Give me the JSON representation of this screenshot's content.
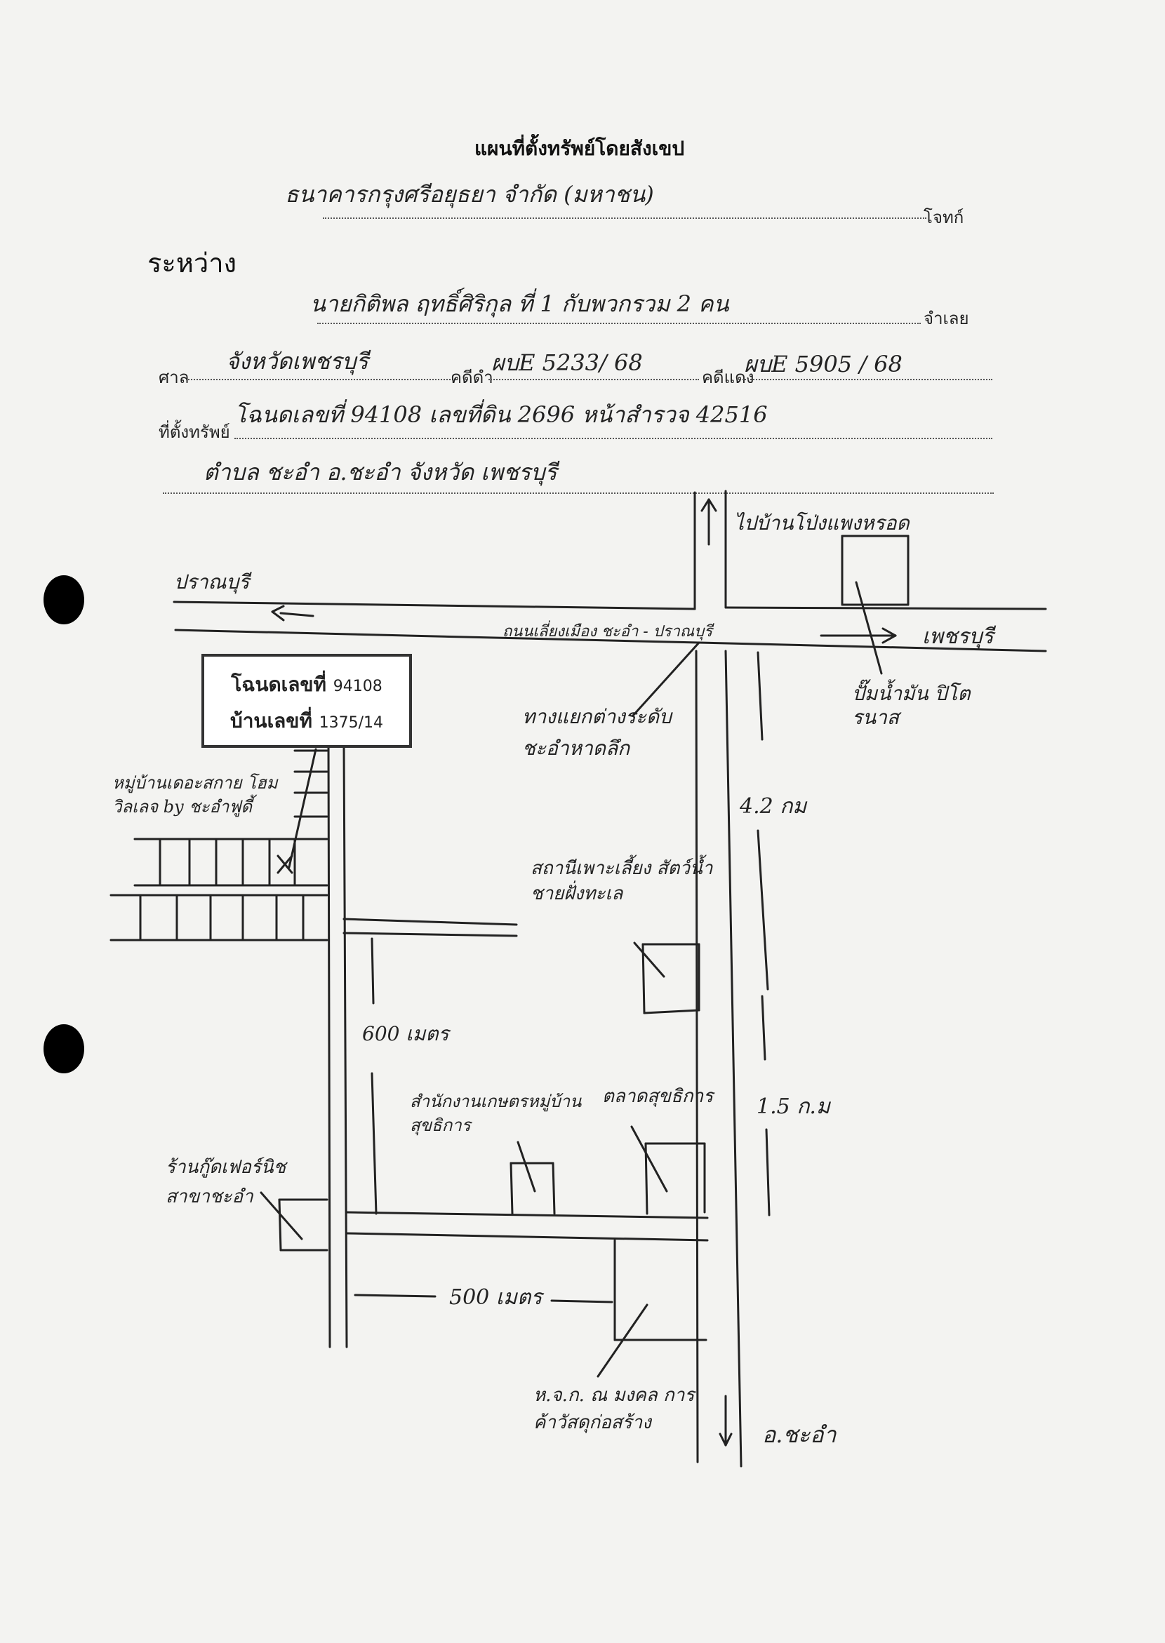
{
  "header": {
    "title": "แผนที่ตั้งทรัพย์โดยสังเขป",
    "between_label": "ระหว่าง",
    "plaintiff_name": "ธนาคารกรุงศรีอยุธยา จำกัด (มหาชน)",
    "plaintiff_label": "โจทก์",
    "defendant_name": "นายกิติพล ฤทธิ์ศิริกุล ที่ 1 กับพวกรวม 2 คน",
    "defendant_label": "จำเลย",
    "court_label": "ศาล",
    "court_value": "จังหวัดเพชรบุรี",
    "black_case_label": "คดีดำ",
    "black_case_value": "ผบE 5233/ 68",
    "red_case_label": "คดีแดง",
    "red_case_value": "ผบE 5905 / 68",
    "location_label": "ที่ตั้งทรัพย์",
    "location_line1": "โฉนดเลขที่ 94108  เลขที่ดิน 2696  หน้าสำรวจ 42516",
    "location_line2": "ตำบล ชะอำ  อ.ชะอำ  จังหวัด เพชรบุรี"
  },
  "deed_box": {
    "deed_label": "โฉนดเลขที่",
    "deed_number": "94108",
    "house_label": "บ้านเลขที่",
    "house_number": "1375/14"
  },
  "map": {
    "to_pranburi": "ปราณบุรี",
    "to_ban_chong": "ไปบ้านโป่งแพงหรอด",
    "main_road": "ถนนเลี่ยงเมือง ชะอำ - ปราณบุรี",
    "to_phetchaburi": "เพชรบุรี",
    "gas_station": "ปั๊มน้ำมัน ปิโตรนาส",
    "intersection": "ทางแยกต่างระดับ ชะอำหาดลึก",
    "village": "หมู่บ้านเดอะสกาย โฮมวิลเลจ by ชะอำฟูดี้",
    "dist_4_2": "4.2 กม",
    "pond": "สถานีเพาะเลี้ยง สัตว์น้ำชายฝั่งทะเล",
    "dist_600": "600 เมตร",
    "dist_1_5": "1.5 ก.ม",
    "sukhothai_office": "สำนักงานเกษตรหมู่บ้าน สุขธิการ",
    "sukhothai_market": "ตลาดสุขธิการ",
    "shop_branch": "ร้านกู๊ดเฟอร์นิช สาขาชะอำ",
    "dist_500": "500 เมตร",
    "construction": "ห.จ.ก. ณ มงคล การค้าวัสดุก่อสร้าง",
    "to_cha_am": "อ.ชะอำ"
  }
}
